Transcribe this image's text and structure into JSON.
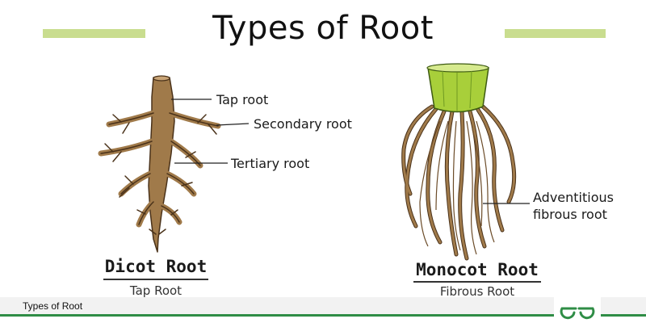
{
  "title": "Types of Root",
  "dicot": {
    "labels": {
      "tap_root": "Tap root",
      "secondary_root": "Secondary root",
      "tertiary_root": "Tertiary root"
    },
    "caption": "Dicot Root",
    "subcaption": "Tap Root"
  },
  "monocot": {
    "label_line1": "Adventitious",
    "label_line2": "fibrous root",
    "caption": "Monocot Root",
    "subcaption": "Fibrous Root"
  },
  "footer": {
    "text": "Types of Root",
    "logo_icon": "geeksforgeeks-logo-icon"
  },
  "colors": {
    "accent_bar": "#c9dd8f",
    "root_brown": "#a07a4a",
    "root_outline": "#4a321a",
    "stem_green": "#a8cf3a",
    "footer_green": "#2f8d46"
  }
}
